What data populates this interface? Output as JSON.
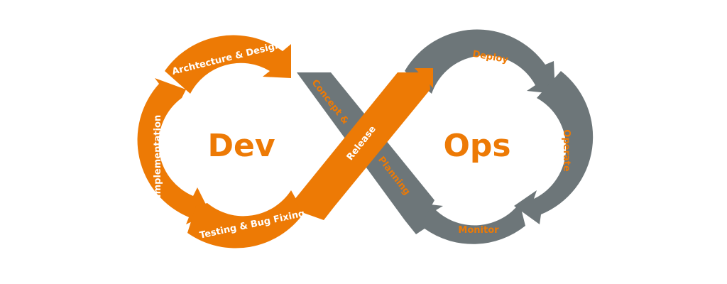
{
  "diagram": {
    "colors": {
      "dev": "#ed7a05",
      "ops": "#6d7679",
      "dev_text": "#ffffff",
      "ops_text": "#ed7a05",
      "big_text": "#ed7a05"
    },
    "dev": {
      "title": "Dev",
      "stages": {
        "architecture": "Archtecture & Design",
        "implementation": "Implementation",
        "testing": "Testing & Bug Fixing"
      }
    },
    "ops": {
      "title": "Ops",
      "stages": {
        "deploy": "Deploy",
        "operate": "Operate",
        "monitor": "Monitor"
      }
    },
    "cross": {
      "release": "Release",
      "concept": "Concept &",
      "planning": "Planning"
    }
  }
}
